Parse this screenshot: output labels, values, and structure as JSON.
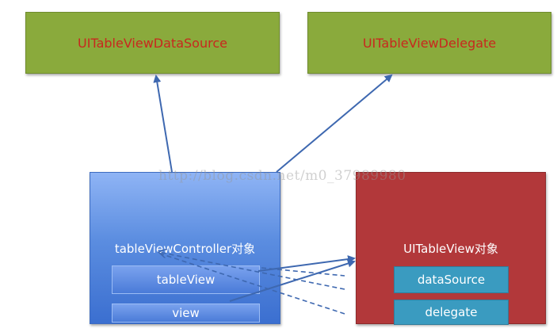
{
  "protocols": {
    "datasource": "UITableViewDataSource",
    "delegate": "UITableViewDelegate"
  },
  "controller": {
    "title": "tableViewController对象",
    "tableview_prop": "tableView",
    "view_prop": "view"
  },
  "tableview": {
    "title": "UITableView对象",
    "datasource_prop": "dataSource",
    "delegate_prop": "delegate"
  },
  "watermark": "http://blog.csdn.net/m0_37989980",
  "colors": {
    "protocol_fill": "#8aaa3c",
    "protocol_text": "#c8281e",
    "controller_fill": "#5b8de0",
    "tableview_fill": "#b2383a",
    "property_teal": "#3a9bc0",
    "arrow": "#3e68b0"
  }
}
